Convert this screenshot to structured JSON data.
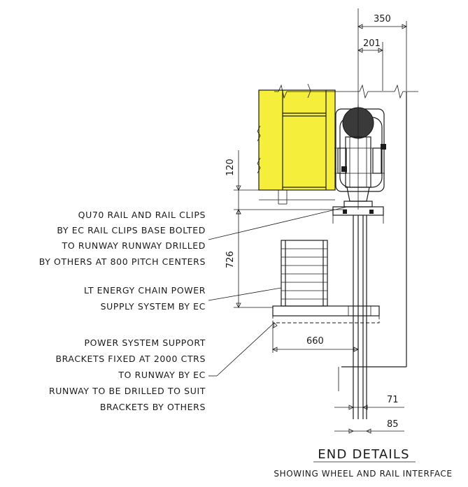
{
  "notes": {
    "rail_clips": [
      "QU70 RAIL AND RAIL CLIPS",
      "BY EC RAIL CLIPS BASE BOLTED",
      "TO RUNWAY RUNWAY DRILLED",
      "BY OTHERS AT 800 PITCH CENTERS"
    ],
    "energy_chain": [
      "LT ENERGY CHAIN POWER",
      "SUPPLY SYSTEM BY EC"
    ],
    "support_brackets": [
      "POWER SYSTEM SUPPORT",
      "BRACKETS FIXED AT 2000 CTRS",
      "TO RUNWAY BY EC",
      "RUNWAY TO BE DRILLED TO SUIT",
      "BRACKETS BY OTHERS"
    ]
  },
  "dimensions": {
    "d350": "350",
    "d201": "201",
    "d120": "120",
    "d726": "726",
    "d660": "660",
    "d71": "71",
    "d85": "85"
  },
  "title": "END DETAILS",
  "subtitle": "SHOWING WHEEL AND RAIL INTERFACE",
  "colors": {
    "beam_fill": "#f5ee3a",
    "line": "#1a1a1a",
    "wheel": "#3a3a3a"
  }
}
